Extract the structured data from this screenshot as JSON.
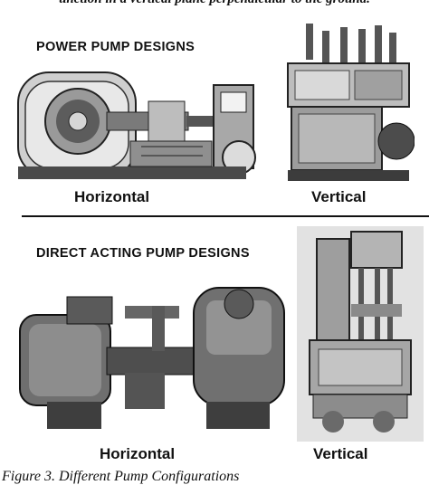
{
  "top_text": "unction in a vertical plane perpendicular to the ground.",
  "power_section": {
    "heading": "POWER PUMP DESIGNS",
    "caption_left": "Horizontal",
    "caption_right": "Vertical"
  },
  "direct_section": {
    "heading": "DIRECT ACTING PUMP DESIGNS",
    "caption_left": "Horizontal",
    "caption_right": "Vertical"
  },
  "figure_caption": "Figure 3. Different Pump Configurations"
}
